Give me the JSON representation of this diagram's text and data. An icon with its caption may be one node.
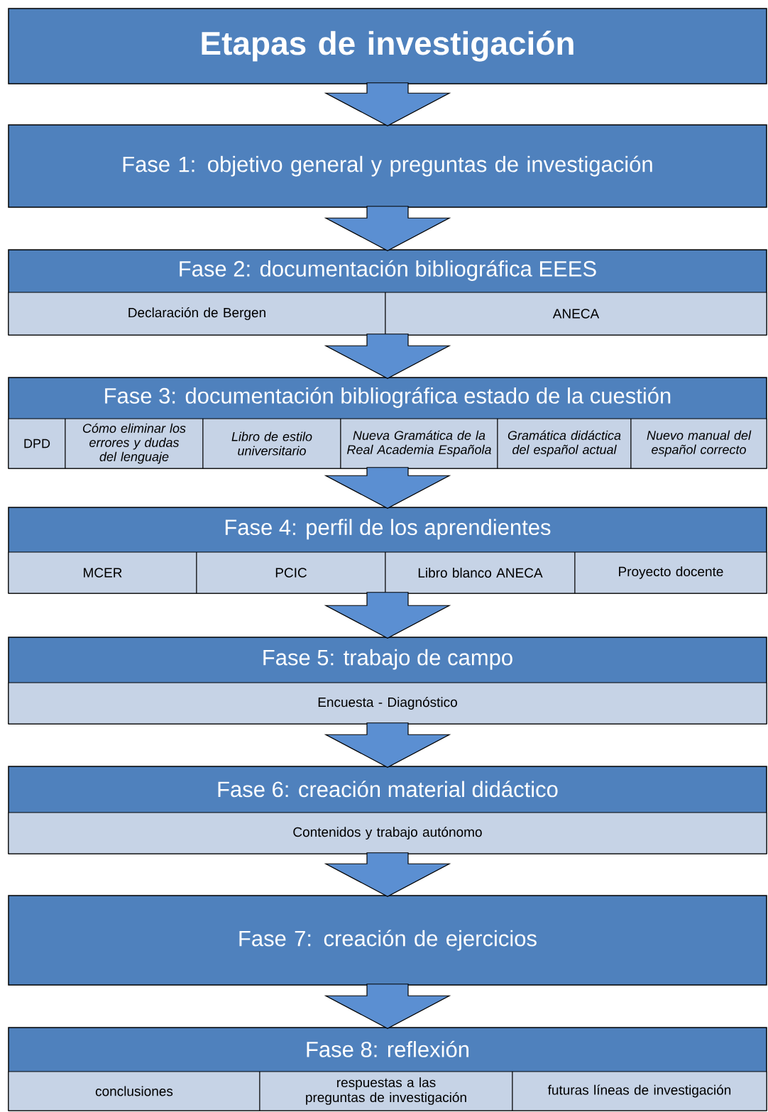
{
  "diagram": {
    "nodes": [
      {
        "text": [
          "Etapas de investigación"
        ]
      },
      {
        "text": [
          "Fase 1: objetivo general y preguntas de investigación"
        ]
      },
      {
        "text": [
          "Fase 2: documentación bibliográfica EEES"
        ]
      },
      {
        "text": [
          "Declaración de Bergen"
        ],
        "in": 2
      },
      {
        "text": [
          "ANECA"
        ],
        "in": 2
      },
      {
        "text": [
          "Fase 3: documentación bibliográfica estado de la cuestión"
        ]
      },
      {
        "text": [
          "DPD"
        ],
        "in": 5
      },
      {
        "text": [
          "Cómo eliminar los errores y dudas del lenguaje"
        ],
        "in": 5
      },
      {
        "text": [
          "Libro de estilo universitario"
        ],
        "in": 5
      },
      {
        "text": [
          "Nueva Gramática de la Real Academia Española"
        ],
        "in": 5
      },
      {
        "text": [
          "Gramática didáctica del español actual"
        ],
        "in": 5
      },
      {
        "text": [
          "Nuevo manual del español correcto"
        ],
        "in": 5
      },
      {
        "text": [
          "Fase 4: perfil de los aprendientes"
        ]
      },
      {
        "text": [
          "MCER"
        ],
        "in": 12
      },
      {
        "text": [
          "PCIC"
        ],
        "in": 12
      },
      {
        "text": [
          "Libro blanco ANECA"
        ],
        "in": 12
      },
      {
        "text": [
          "Proyecto docente"
        ],
        "in": 12
      },
      {
        "text": [
          "Fase 5: trabajo de campo"
        ]
      },
      {
        "text": [
          "Encuesta - Diagnóstico"
        ],
        "in": 17
      },
      {
        "text": [
          "Fase  6: creación material didáctico"
        ]
      },
      {
        "text": [
          "Contenidos y trabajo autónomo"
        ],
        "in": 19
      },
      {
        "text": [
          "Fase 7: creación de ejercicios"
        ]
      },
      {
        "text": [
          "Fase 8: reflexión"
        ]
      },
      {
        "text": [
          "conclusiones"
        ],
        "in": 22
      },
      {
        "text": [
          "respuestas a las preguntas de investigación"
        ],
        "in": 22
      },
      {
        "text": [
          "futuras líneas de investigación"
        ],
        "in": 22
      }
    ],
    "edges": [
      {
        "from": 0,
        "to": 1,
        "arrow": "to"
      },
      {
        "from": 1,
        "to": 2,
        "arrow": "to"
      },
      {
        "from": 2,
        "to": 5,
        "arrow": "to"
      },
      {
        "from": 5,
        "to": 12,
        "arrow": "to"
      },
      {
        "from": 12,
        "to": 17,
        "arrow": "to"
      },
      {
        "from": 17,
        "to": 19,
        "arrow": "to"
      },
      {
        "from": 19,
        "to": 21,
        "arrow": "to"
      },
      {
        "from": 21,
        "to": 22,
        "arrow": "to"
      }
    ]
  }
}
